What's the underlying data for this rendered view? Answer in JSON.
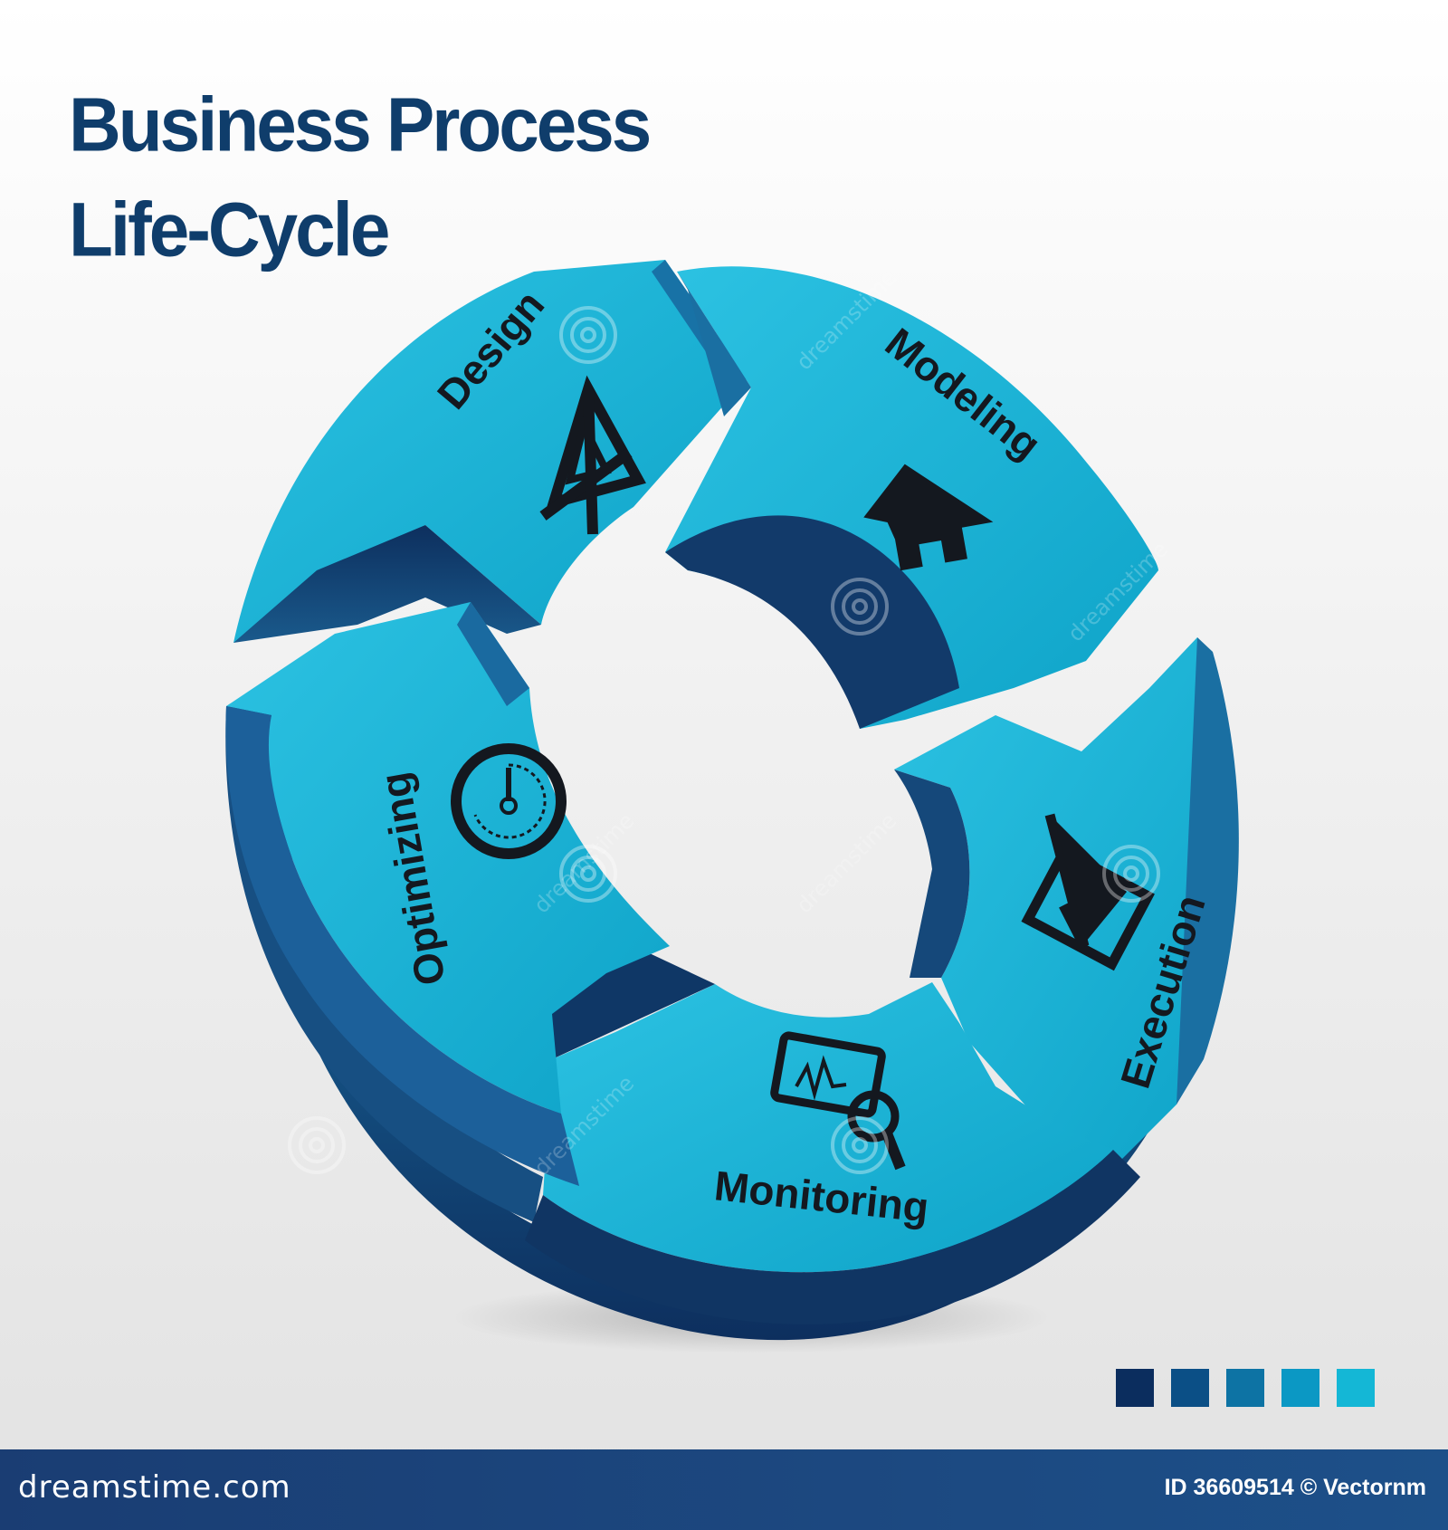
{
  "title": {
    "line1": "Business Process",
    "line2": "Life-Cycle"
  },
  "segments": [
    {
      "label": "Design",
      "icon": "drafting-tools-icon"
    },
    {
      "label": "Modeling",
      "icon": "house-icon"
    },
    {
      "label": "Execution",
      "icon": "checkbox-check-icon"
    },
    {
      "label": "Monitoring",
      "icon": "screen-magnifier-icon"
    },
    {
      "label": "Optimizing",
      "icon": "stopwatch-gauge-icon"
    }
  ],
  "colors": {
    "title": "#0f3d6b",
    "segment_face": "#14acd0",
    "segment_side": "#1a5a8c",
    "segment_dark": "#0d2f5e",
    "footer": "#1a3d73"
  },
  "swatches": [
    "#0b2d5e",
    "#0b4f86",
    "#0d73a4",
    "#0b98c4",
    "#14b7d6"
  ],
  "watermark": {
    "text": "dreamstime",
    "icon": "spiral-watermark-icon"
  },
  "footer": {
    "brand": "dreamstime.com",
    "credit": "ID 36609514 © Vectornm"
  }
}
